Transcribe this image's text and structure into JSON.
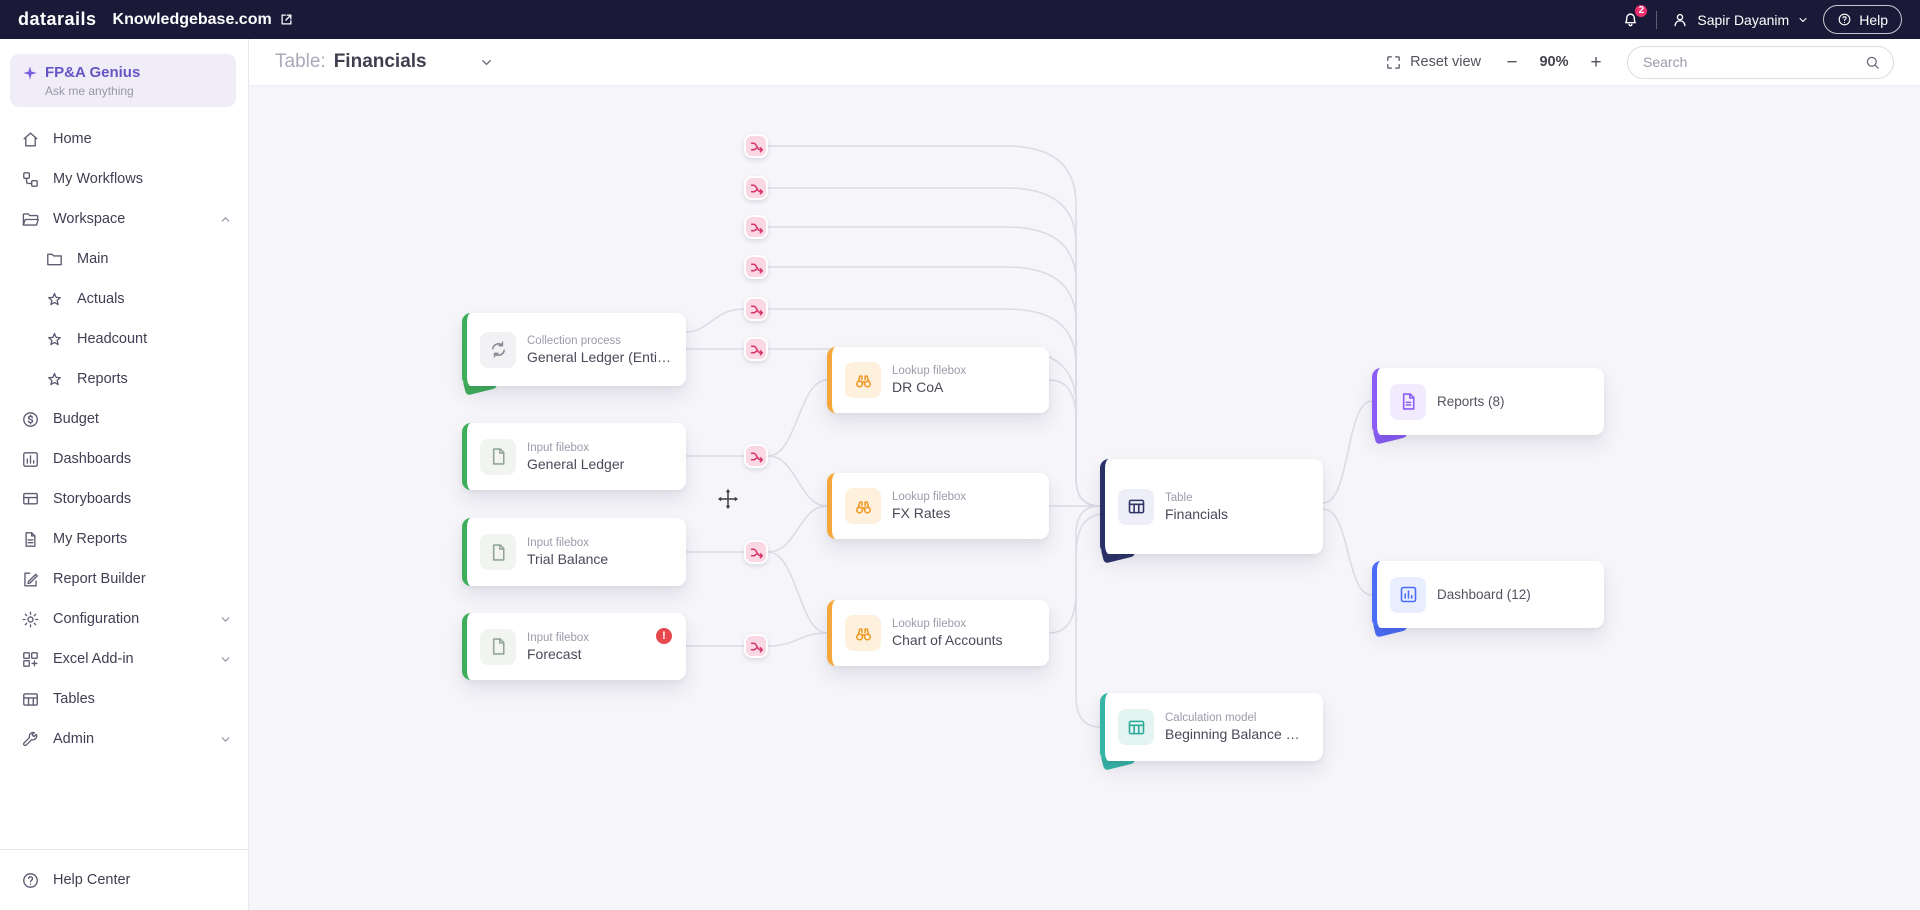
{
  "topbar": {
    "logo": "datarails",
    "workspace": "Knowledgebase.com",
    "notifications": "2",
    "user": "Sapir Dayanim",
    "help": "Help"
  },
  "sidebar": {
    "genius_title": "FP&A Genius",
    "genius_subtitle": "Ask me anything",
    "items": {
      "home": "Home",
      "my_workflows": "My Workflows",
      "workspace": "Workspace",
      "main": "Main",
      "actuals": "Actuals",
      "headcount": "Headcount",
      "reports": "Reports",
      "budget": "Budget",
      "dashboards": "Dashboards",
      "storyboards": "Storyboards",
      "my_reports": "My Reports",
      "report_builder": "Report Builder",
      "configuration": "Configuration",
      "excel_addin": "Excel Add-in",
      "tables": "Tables",
      "admin": "Admin"
    },
    "help_center": "Help Center"
  },
  "toolbar": {
    "table_label": "Table:",
    "table_value": "Financials",
    "reset_view": "Reset view",
    "zoom_out": "−",
    "zoom": "90%",
    "zoom_in": "+",
    "search_placeholder": "Search"
  },
  "canvas": {
    "nodes": {
      "collection": {
        "type": "Collection process",
        "title": "General Ledger (Entiti…"
      },
      "general_ledger": {
        "type": "Input filebox",
        "title": "General Ledger"
      },
      "trial_balance": {
        "type": "Input filebox",
        "title": "Trial Balance"
      },
      "forecast": {
        "type": "Input filebox",
        "title": "Forecast",
        "badge": "!"
      },
      "dr_coa": {
        "type": "Lookup filebox",
        "title": "DR CoA"
      },
      "fx_rates": {
        "type": "Lookup filebox",
        "title": "FX Rates"
      },
      "chart_of_accounts": {
        "type": "Lookup filebox",
        "title": "Chart of Accounts"
      },
      "financials": {
        "type": "Table",
        "title": "Financials"
      },
      "beginning_balance": {
        "type": "Calculation model",
        "title": "Beginning Balance O…"
      },
      "reports": {
        "title": "Reports (8)"
      },
      "dashboard": {
        "title": "Dashboard (12)"
      }
    }
  },
  "colors": {
    "topbar": "#1a1a38",
    "brand_pink": "#ee2f6c",
    "accent_green": "#3fae5a",
    "accent_orange": "#f6a73b",
    "accent_navy": "#2a3166",
    "accent_teal": "#35b5a5",
    "accent_purple": "#8b5cf6",
    "accent_blue": "#4a6cf7",
    "merge_node_pink": "#d6336c"
  }
}
